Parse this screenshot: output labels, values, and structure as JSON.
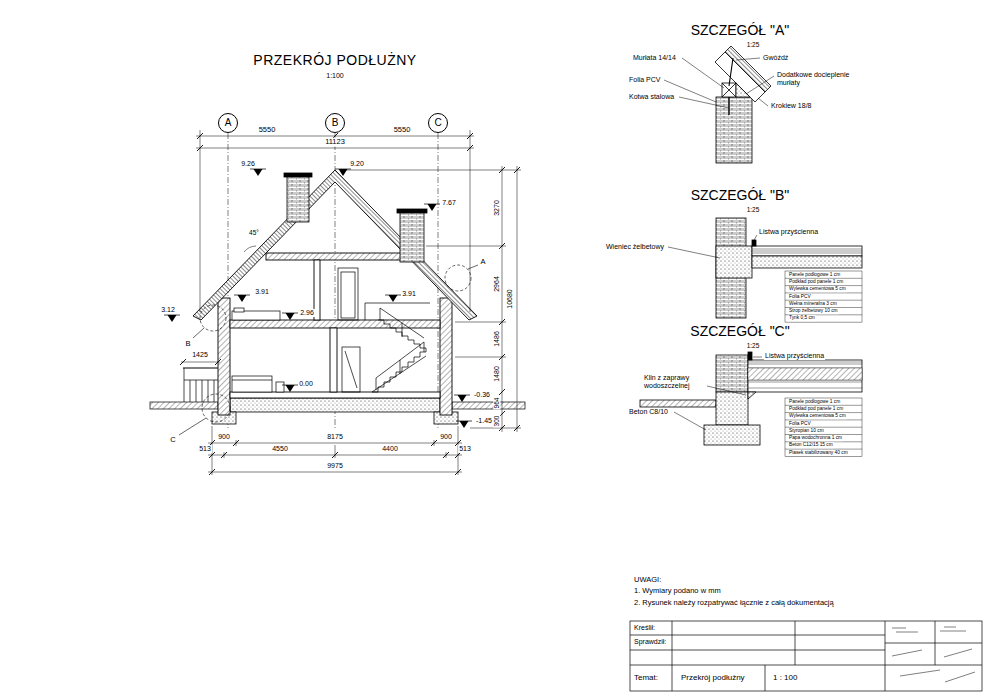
{
  "diagram": {
    "title": "PRZEKRÓJ PODŁUŻNY",
    "nodes": [
      {
        "text": [
          "A"
        ]
      },
      {
        "text": [
          "B"
        ]
      },
      {
        "text": [
          "C"
        ]
      }
    ],
    "labels": [
      "1:100",
      "5550",
      "11123",
      "5550",
      "9.26",
      "9.20",
      "7.67",
      "3270",
      "2964",
      "1486",
      "1480",
      "964",
      "300",
      "10680",
      "45°",
      "3.12",
      "3.91",
      "2.96",
      "3.91",
      "0.00",
      "-0.36",
      "-1.45",
      "1425",
      "A",
      "B",
      "C",
      "900",
      "8175",
      "900",
      "513",
      "4550",
      "4400",
      "513",
      "9975",
      "SZCZEGÓŁ \"A\"",
      "1:25",
      "Murłata 14/14",
      "Gwóźdź",
      "Folia PCV",
      "Dodatkowe docieplenie murłaty",
      "Kotwa stalowa",
      "Krokiew 18/8",
      "SZCZEGÓŁ \"B\"",
      "1:25",
      "Listwa przyścienna",
      "Wieniec żelbetowy",
      "Panele podłogowe 1 cm",
      "Podkład pod panele 1 cm",
      "Wylewka cementowa 5 cm",
      "Folia PCV",
      "Wełna mineralna 3 cm",
      "Strop żelbetowy 10 cm",
      "Tynk 0,5 cm",
      "SZCZEGÓŁ \"C\"",
      "1:25",
      "Listwa przyścienna",
      "Klin z zaprawy wodoszczelnej",
      "Beton C8/10",
      "Panele podłogowe 1 cm",
      "Podkład pod panele 1 cm",
      "Wylewka cementowa 5 cm",
      "Folia PCV",
      "Styropian 10 cm",
      "Papa wodochronna 1 cm",
      "Beton C12/15 15 cm",
      "Piasek stabilizowany 40 cm",
      "UWAGI:",
      "1. Wymiary podano w mm",
      "2. Rysunek należy rozpatrywać łącznie z całą dokumentacją",
      "Kreślił:",
      "Sprawdził:",
      "Temat:",
      "Przekrój podłużny",
      "1 : 100"
    ]
  }
}
